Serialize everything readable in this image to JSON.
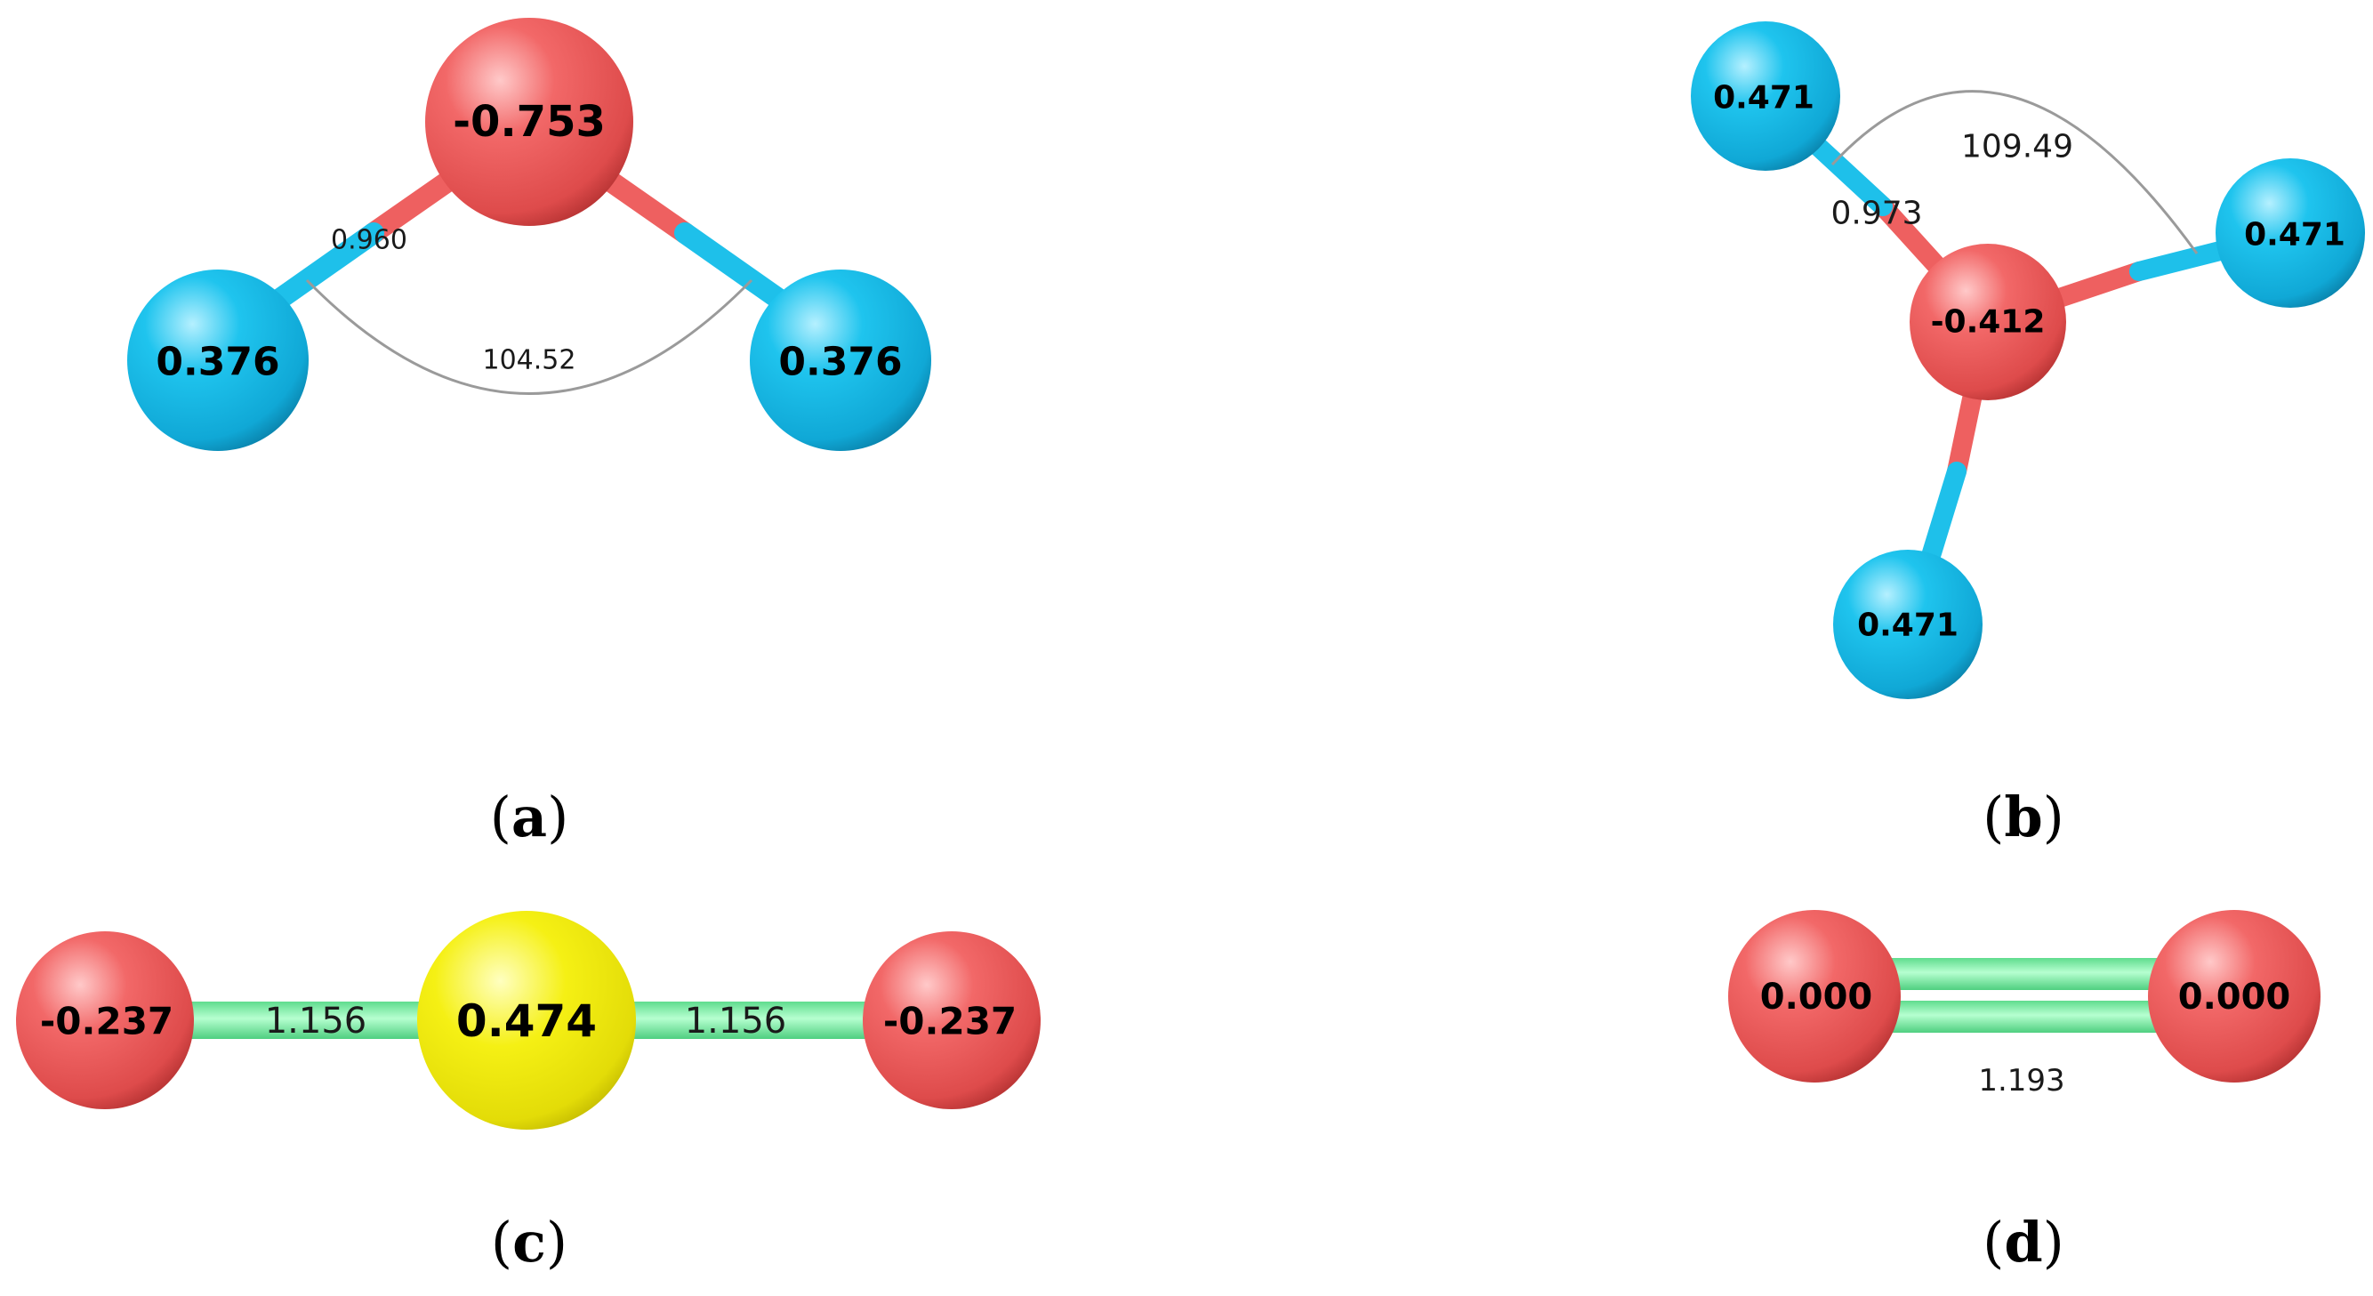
{
  "colors": {
    "oxygen": "#f06060",
    "hydrogen": "#19bce8",
    "sulfur": "#f2ee10",
    "bond_green": "#7cf0a8",
    "angle_arc": "#9a9a9a"
  },
  "panels": {
    "a": {
      "label": "a",
      "charges": {
        "oxygen": "-0.753",
        "h_left": "0.376",
        "h_right": "0.376"
      },
      "bond_length": "0.960",
      "angle": "104.52"
    },
    "b": {
      "label": "b",
      "charges": {
        "oxygen": "-0.412",
        "h_top": "0.471",
        "h_right": "0.471",
        "h_bottom": "0.471"
      },
      "bond_length": "0.973",
      "angle": "109.49"
    },
    "c": {
      "label": "c",
      "charges": {
        "o_left": "-0.237",
        "center": "0.474",
        "o_right": "-0.237"
      },
      "bond_left": "1.156",
      "bond_right": "1.156"
    },
    "d": {
      "label": "d",
      "charges": {
        "o_left": "0.000",
        "o_right": "0.000"
      },
      "bond_length": "1.193"
    }
  }
}
